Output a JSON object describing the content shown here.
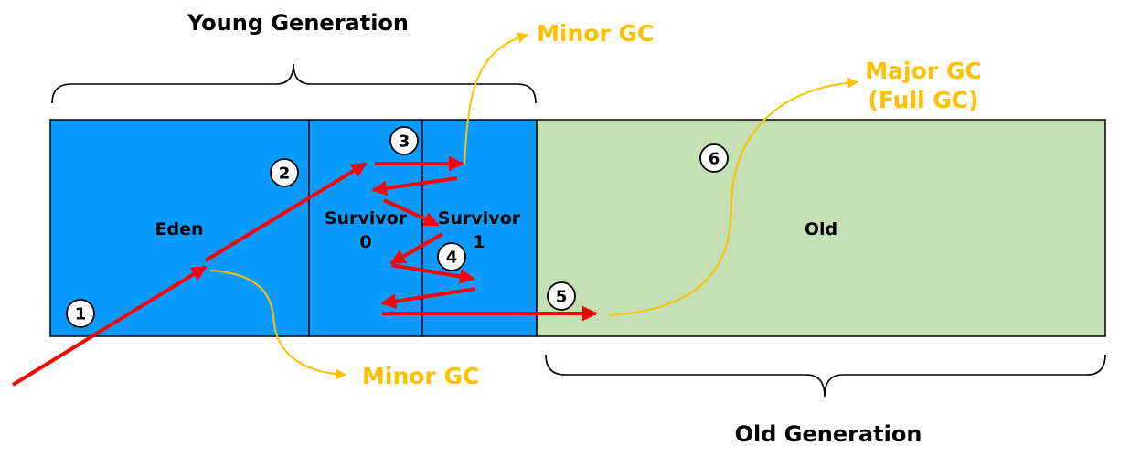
{
  "young_generation": {
    "title": "Young Generation",
    "eden_label": "Eden",
    "survivor0_label_line1": "Survivor",
    "survivor0_label_line2": "0",
    "survivor1_label_line1": "Survivor",
    "survivor1_label_line2": "1"
  },
  "old_generation": {
    "title": "Old Generation",
    "old_label": "Old"
  },
  "gc_labels": {
    "minor_gc_top": "Minor GC",
    "minor_gc_bottom": "Minor GC",
    "major_gc_line1": "Major GC",
    "major_gc_line2": "(Full GC)"
  },
  "steps": [
    "1",
    "2",
    "3",
    "4",
    "5",
    "6"
  ],
  "colors": {
    "young_fill": "#0b9bff",
    "old_fill": "#c5e0b4",
    "arrow_red": "#ff0000",
    "gc_yellow": "#ffc000"
  }
}
